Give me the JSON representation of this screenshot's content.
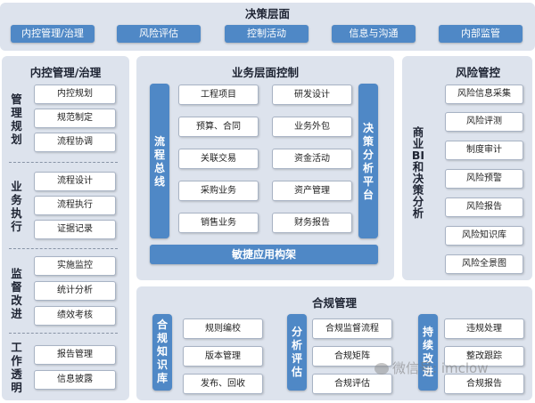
{
  "decision": {
    "title": "决策层面",
    "items": [
      "内控管理/治理",
      "风险评估",
      "控制活动",
      "信息与沟通",
      "内部监管"
    ]
  },
  "internal_control": {
    "title": "内控管理/治理",
    "groups": [
      {
        "label": "管理规划",
        "items": [
          "内控规划",
          "规范制定",
          "流程协调"
        ]
      },
      {
        "label": "业务执行",
        "items": [
          "流程设计",
          "流程执行",
          "证据记录"
        ]
      },
      {
        "label": "监督改进",
        "items": [
          "实施监控",
          "统计分析",
          "绩效考核"
        ]
      },
      {
        "label": "工作透明",
        "items": [
          "报告管理",
          "信息披露"
        ]
      }
    ]
  },
  "business": {
    "title": "业务层面控制",
    "left_bar": "流程总线",
    "right_bar": "决策分析平台",
    "bottom_bar": "敏捷应用构架",
    "items_left": [
      "工程项目",
      "预算、合同",
      "关联交易",
      "采购业务",
      "销售业务"
    ],
    "items_right": [
      "研发设计",
      "业务外包",
      "资金活动",
      "资产管理",
      "财务报告"
    ]
  },
  "risk": {
    "title": "风险管控",
    "side_label": "商业BI和决策分析",
    "items": [
      "风险信息采集",
      "风险评测",
      "制度审计",
      "风险预警",
      "风险报告",
      "风险知识库",
      "风险全景图"
    ]
  },
  "compliance": {
    "title": "合规管理",
    "groups": [
      {
        "label": "合规知识库",
        "items": [
          "规则编校",
          "版本管理",
          "发布、回收"
        ]
      },
      {
        "label": "分析评估",
        "items": [
          "合规监督流程",
          "合规矩阵",
          "合规评估"
        ]
      },
      {
        "label": "持续改进",
        "items": [
          "违规处理",
          "整改跟踪",
          "合规报告"
        ]
      }
    ]
  },
  "watermark": "微信号: imclow",
  "colors": {
    "accent": "#4f88c6",
    "panel": "#dde3ed"
  }
}
